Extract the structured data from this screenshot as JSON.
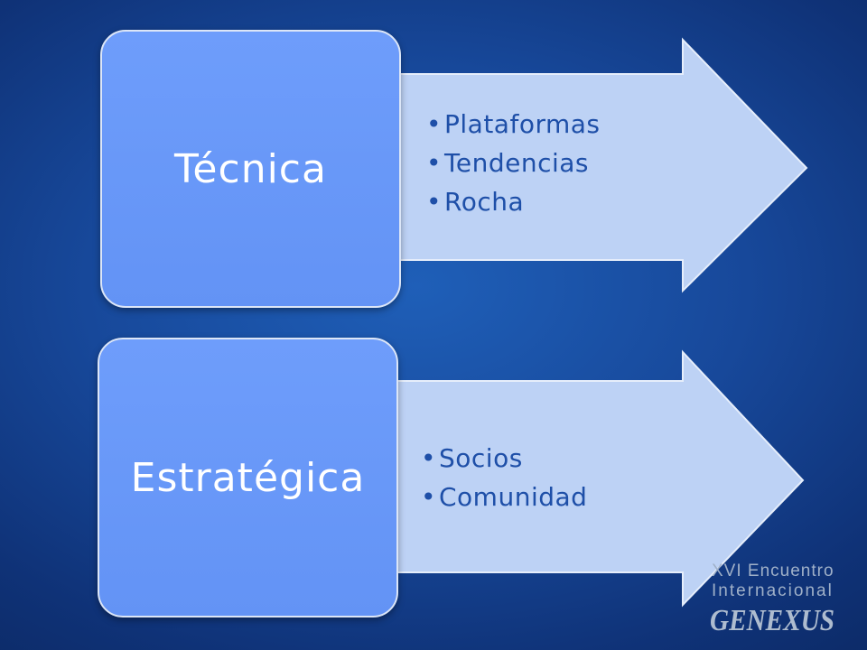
{
  "diagram": {
    "rows": [
      {
        "label": "Técnica",
        "bullets": [
          "Plataformas",
          "Tendencias",
          "Rocha"
        ]
      },
      {
        "label": "Estratégica",
        "bullets": [
          "Socios",
          "Comunidad"
        ]
      }
    ]
  },
  "branding": {
    "line1": "XVI Encuentro",
    "line2": "Internacional",
    "logo": "GENEXUS"
  },
  "colors": {
    "background": "#17489a",
    "box_fill": "#6b9bf9",
    "arrow_fill": "#bdd2f5",
    "bullet_text": "#1e4fa8",
    "label_text": "#ffffff"
  }
}
